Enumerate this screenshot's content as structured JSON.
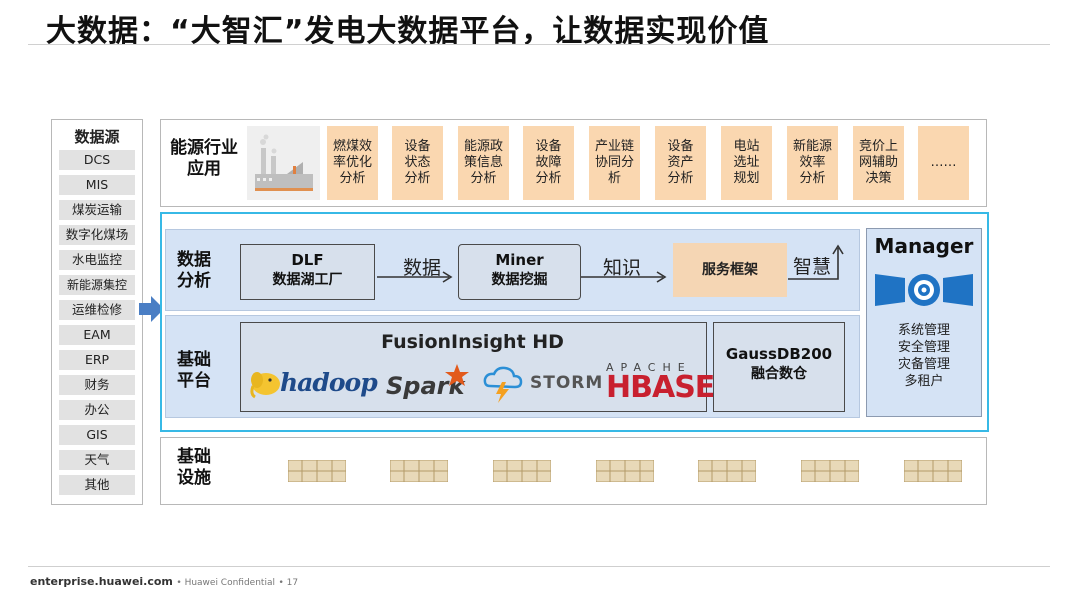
{
  "title": "大数据：“大智汇”发电大数据平台，让数据实现价值",
  "data_sources": {
    "heading": "数据源",
    "items": [
      "DCS",
      "MIS",
      "煤炭运输",
      "数字化煤场",
      "水电监控",
      "新能源集控",
      "运维检修",
      "EAM",
      "ERP",
      "财务",
      "办公",
      "GIS",
      "天气",
      "其他"
    ]
  },
  "applications": {
    "label_line1": "能源行业",
    "label_line2": "应用",
    "tiles": [
      [
        "燃煤效",
        "率优化",
        "分析"
      ],
      [
        "设备",
        "状态",
        "分析"
      ],
      [
        "能源政",
        "策信息",
        "分析"
      ],
      [
        "设备",
        "故障",
        "分析"
      ],
      [
        "产业链",
        "协同分",
        "析"
      ],
      [
        "设备",
        "资产",
        "分析"
      ],
      [
        "电站",
        "选址",
        "规划"
      ],
      [
        "新能源",
        "效率",
        "分析"
      ],
      [
        "竞价上",
        "网辅助",
        "决策"
      ],
      [
        "……"
      ]
    ]
  },
  "analysis": {
    "label_line1": "数据",
    "label_line2": "分析",
    "dlf_title": "DLF",
    "dlf_subtitle": "数据湖工厂",
    "arrow1_label": "数据",
    "miner_title": "Miner",
    "miner_subtitle": "数据挖掘",
    "arrow2_label": "知识",
    "service_label": "服务框架",
    "arrow3_label": "智慧"
  },
  "platform": {
    "label_line1": "基础",
    "label_line2": "平台",
    "fusion_title": "FusionInsight HD",
    "logos": {
      "hadoop": "hadoop",
      "spark": "Spark",
      "storm": "STORM",
      "apache": "APACHE",
      "hbase": "HBASE"
    },
    "gauss_title": "GaussDB200",
    "gauss_subtitle": "融合数仓"
  },
  "manager": {
    "title": "Manager",
    "items": [
      "系统管理",
      "安全管理",
      "灾备管理",
      "多租户"
    ]
  },
  "infrastructure": {
    "label_line1": "基础",
    "label_line2": "设施",
    "server_count": 7
  },
  "footer": {
    "site": "enterprise.huawei.com",
    "confidential": "Huawei Confidential",
    "page": "17"
  },
  "colors": {
    "frame_blue": "#37b9e6",
    "light_blue": "#d5e3f5",
    "orange_tile": "#fad7b0",
    "hbase_red": "#c8202f",
    "hadoop_yellow": "#f4c430",
    "spark_orange": "#e25a1c",
    "storm_blue": "#2b8fd6",
    "manager_blue": "#1f73c4"
  }
}
